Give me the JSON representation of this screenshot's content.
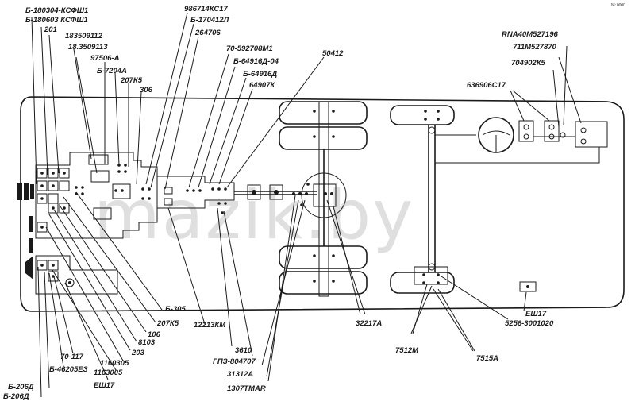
{
  "watermark": "mazik.by",
  "corner_mark": "Nº 0000",
  "labels": {
    "l1": "Б-180304-КСФШ1",
    "l2": "Б-180603 КСФШ1",
    "l3": "201",
    "l4": "183509112",
    "l5": "18.3509113",
    "l6": "97506-А",
    "l7": "Б-7204А",
    "l8": "207К5",
    "l9": "306",
    "l10": "986714КС17",
    "l11": "Б-170412Л",
    "l12": "264706",
    "l13": "70-592708М1",
    "l14": "Б-64916Д-04",
    "l15": "Б-64916Д",
    "l16": "64907К",
    "l17": "50412",
    "l18": "RNA40M527196",
    "l19": "711M527870",
    "l20": "704902К5",
    "l21": "636906С17",
    "l22": "Б-305",
    "l23": "207К5",
    "l24": "106",
    "l25": "8103",
    "l26": "203",
    "l27": "1160305",
    "l28": "1163005",
    "l29": "ЕШ17",
    "l30": "70-117",
    "l31": "Б-46205ЕЗ",
    "l32": "Б-206Д",
    "l33": "Б-206Д",
    "l34": "12213КМ",
    "l35": "3610",
    "l36": "ГПЗ-804707",
    "l37": "31312А",
    "l38": "1307ТМАR",
    "l39": "32217А",
    "l40": "7512М",
    "l41": "7515А",
    "l42": "ЕШ17",
    "l43": "5256-3001020"
  }
}
